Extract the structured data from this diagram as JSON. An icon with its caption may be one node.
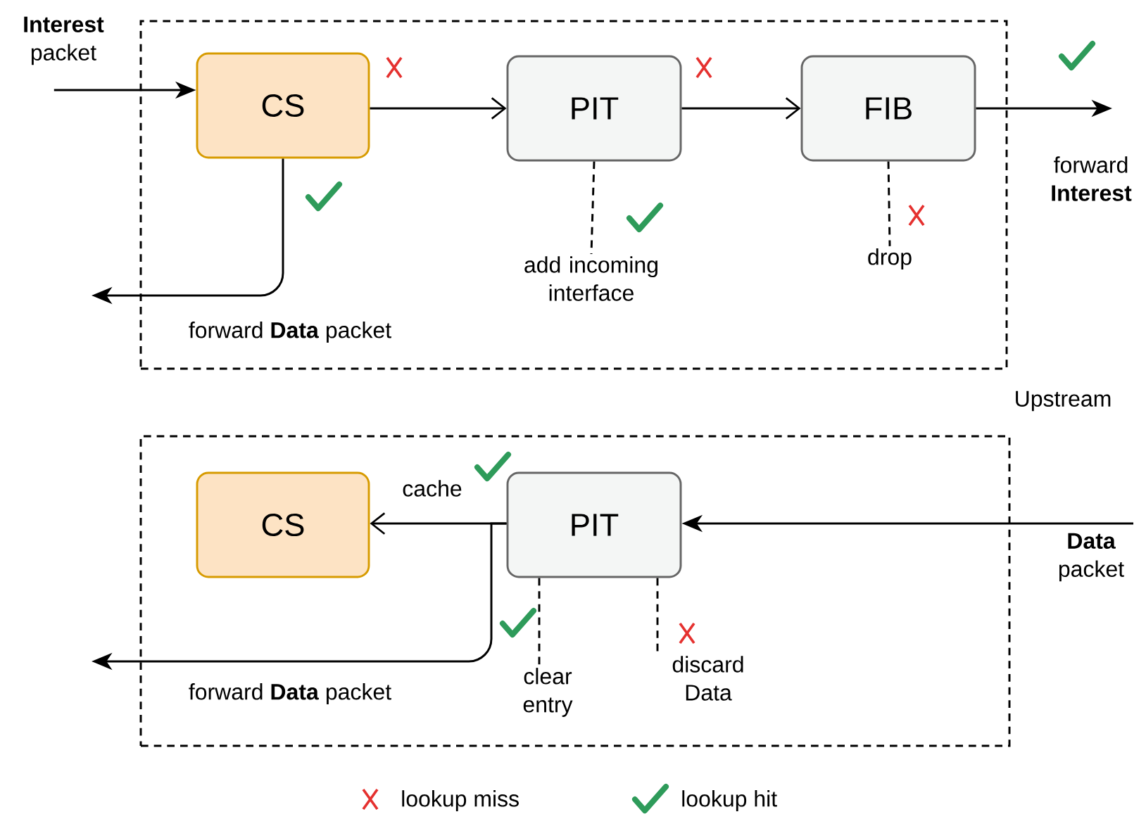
{
  "diagram": {
    "nodes": [
      {
        "text": [],
        "shape": "box"
      },
      {
        "text": [
          "CS"
        ],
        "in": 0
      },
      {
        "text": [
          "PIT"
        ],
        "in": 0
      },
      {
        "text": [
          "FIB"
        ],
        "in": 0
      },
      {
        "text": [
          "**Interest** packet"
        ]
      },
      {
        "text": [
          "forward **Interest**"
        ]
      },
      {
        "text": [
          "add incoming interface"
        ],
        "in": 0
      },
      {
        "text": [
          "drop"
        ],
        "in": 0
      },
      {
        "text": [],
        "shape": "box"
      },
      {
        "text": [
          "CS"
        ],
        "in": 8
      },
      {
        "text": [
          "PIT"
        ],
        "in": 8
      },
      {
        "text": [
          "clear entry"
        ],
        "in": 8
      },
      {
        "text": [
          "discard Data"
        ],
        "in": 8
      },
      {
        "text": [
          "**Data** packet"
        ]
      }
    ],
    "edges": [
      {
        "from": 4,
        "to": 1,
        "arrow": "to"
      },
      {
        "from": 1,
        "to": 2,
        "arrow": "to"
      },
      {
        "from": 2,
        "to": 3,
        "arrow": "to"
      },
      {
        "from": 3,
        "to": 5,
        "arrow": "to"
      },
      {
        "from": 1,
        "to": null,
        "arrow": "to",
        "label": "forward **Data** packet"
      },
      {
        "from": 2,
        "to": 6,
        "arrow": "none",
        "style": "dashed"
      },
      {
        "from": 3,
        "to": 7,
        "arrow": "none",
        "style": "dashed"
      },
      {
        "from": 13,
        "to": 10,
        "arrow": "to"
      },
      {
        "from": 10,
        "to": 9,
        "arrow": "to",
        "label": "cache"
      },
      {
        "from": 10,
        "to": null,
        "arrow": "to",
        "label": "forward **Data** packet"
      },
      {
        "from": 10,
        "to": 11,
        "arrow": "none",
        "style": "dashed"
      },
      {
        "from": 10,
        "to": 12,
        "arrow": "none",
        "style": "dashed"
      }
    ],
    "labels": [
      "Upstream"
    ],
    "legend": [
      {
        "text": "lookup miss"
      },
      {
        "text": "lookup hit"
      }
    ]
  }
}
